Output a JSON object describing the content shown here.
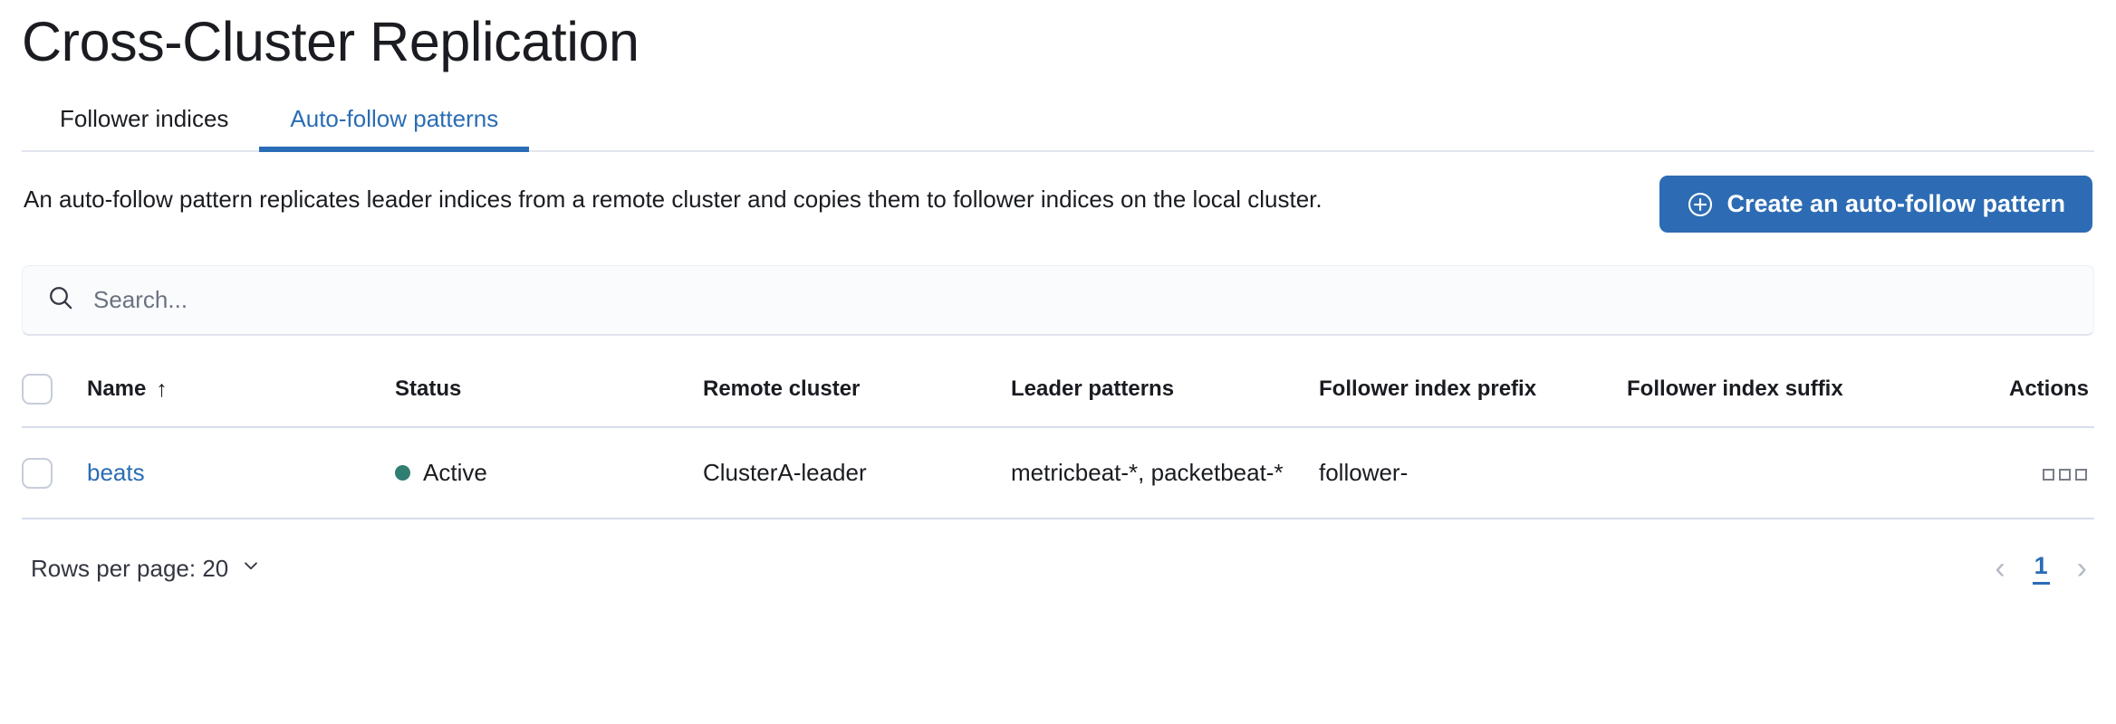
{
  "page": {
    "title": "Cross-Cluster Replication"
  },
  "tabs": [
    {
      "label": "Follower indices",
      "active": false
    },
    {
      "label": "Auto-follow patterns",
      "active": true
    }
  ],
  "intro": {
    "description": "An auto-follow pattern replicates leader indices from a remote cluster and copies them to follower indices on the local cluster.",
    "create_button_label": "Create an auto-follow pattern",
    "create_button_icon": "plus-in-circle-icon",
    "create_button_color": "#2d6cb4"
  },
  "search": {
    "placeholder": "Search...",
    "value": "",
    "icon": "search-icon"
  },
  "table": {
    "columns": [
      "Name",
      "Status",
      "Remote cluster",
      "Leader patterns",
      "Follower index prefix",
      "Follower index suffix",
      "Actions"
    ],
    "sort": {
      "column": "Name",
      "direction": "asc",
      "arrow": "↑"
    },
    "rows": [
      {
        "selected": false,
        "name": "beats",
        "status": "Active",
        "status_color": "#307d72",
        "remote_cluster": "ClusterA-leader",
        "leader_patterns": "metricbeat-*, packetbeat-*",
        "follower_index_prefix": "follower-",
        "follower_index_suffix": "",
        "actions_icon": "more-actions-icon"
      }
    ]
  },
  "footer": {
    "rows_per_page_label": "Rows per page: 20",
    "rows_per_page_chevron": "chevron-down-icon",
    "prev_label": "‹",
    "next_label": "›",
    "current_page": "1"
  }
}
